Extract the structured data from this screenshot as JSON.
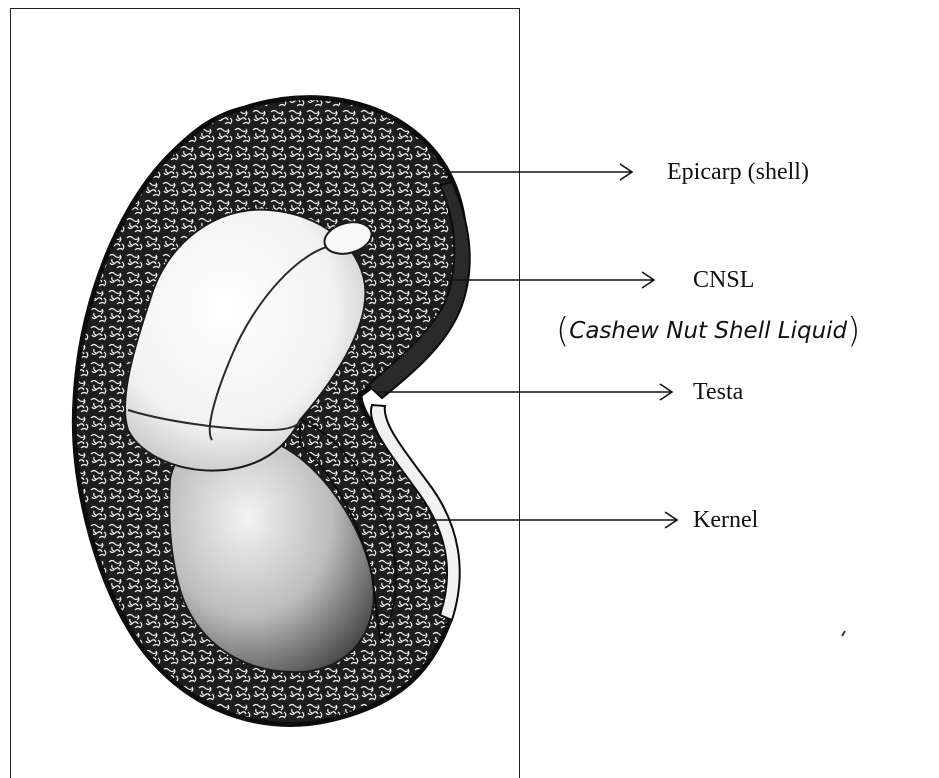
{
  "labels": {
    "epicarp": "Epicarp (shell)",
    "cnsl": "CNSL",
    "cnsl_full": "Cashew Nut Shell Liquid",
    "testa": "Testa",
    "kernel": "Kernel"
  },
  "colors": {
    "ink": "#111111",
    "shell_fill": "#3a3a3a",
    "kernel_light": "#efefef",
    "kernel_dark": "#6a6a6a"
  }
}
